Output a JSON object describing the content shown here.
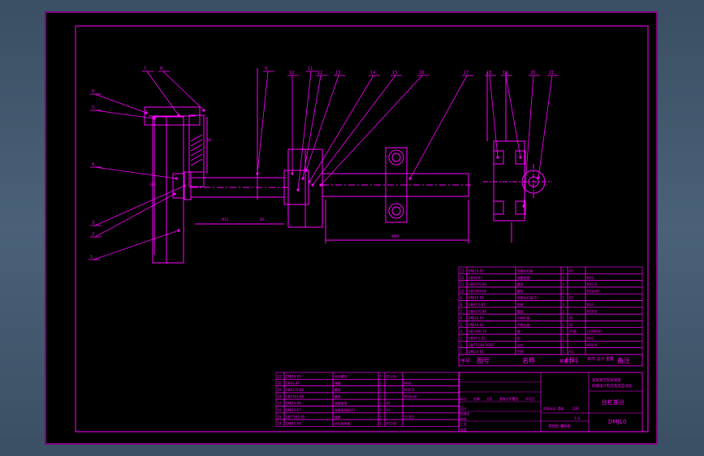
{
  "colors": {
    "background": "#3a4f63",
    "canvas": "#000000",
    "line": "#ff00ff",
    "dim_line": "#ff00ff",
    "text": "#ff00ff"
  },
  "balloons": [
    "7",
    "8",
    "9",
    "10",
    "11",
    "12",
    "13",
    "14",
    "15",
    "16",
    "17",
    "18",
    "19",
    "20",
    "21",
    "1",
    "2",
    "3",
    "4",
    "5",
    "6"
  ],
  "dimensions": {
    "overall_length": "480",
    "d1": "M12",
    "d2": "28",
    "d3": "100",
    "d4": "80"
  },
  "parts_list_upper": [
    {
      "no": "13",
      "code": "DMJ10-05",
      "name": "连接丝杠座",
      "qty": "1",
      "material": "A3",
      "note": ""
    },
    {
      "no": "12",
      "code": "GB93-87",
      "name": "弹簧垫圈",
      "qty": "2",
      "material": "",
      "note": "M12"
    },
    {
      "no": "11",
      "code": "GB6170-86",
      "name": "螺母",
      "qty": "2",
      "material": "",
      "note": "M12 B"
    },
    {
      "no": "10",
      "code": "GB5783-86",
      "name": "螺栓",
      "qty": "2",
      "material": "",
      "note": "M12x40"
    },
    {
      "no": "9",
      "code": "DMJ10-04",
      "name": "连接丝杠座(2)",
      "qty": "1",
      "material": "A3",
      "note": ""
    },
    {
      "no": "8",
      "code": "GB97.1-85",
      "name": "垫圈",
      "qty": "2",
      "material": "",
      "note": "Φ12"
    },
    {
      "no": "7",
      "code": "GB6170-86",
      "name": "螺母",
      "qty": "2",
      "material": "",
      "note": "M16 B"
    },
    {
      "no": "6",
      "code": "DMJ10-03",
      "name": "手柄杆座",
      "qty": "1",
      "material": "45",
      "note": ""
    },
    {
      "no": "5",
      "code": "DMJ10-02",
      "name": "手柄支座",
      "qty": "1",
      "material": "45",
      "note": ""
    },
    {
      "no": "4",
      "code": "GB1096-79",
      "name": "键",
      "qty": "1",
      "material": "35钢",
      "note": "10X8X30"
    },
    {
      "no": "3",
      "code": "GB97.1-85",
      "name": "垫",
      "qty": "1",
      "material": "",
      "note": "Φ16"
    },
    {
      "no": "2",
      "code": "GB/T5184-2000",
      "name": "丝杠",
      "qty": "1",
      "material": "",
      "note": "M20 B"
    },
    {
      "no": "1",
      "code": "DMJ10-01",
      "name": "手柄",
      "qty": "1",
      "material": "A3",
      "note": ""
    }
  ],
  "parts_header": {
    "no": "序号",
    "code": "图号",
    "name": "名称",
    "qty": "数量",
    "material": "材料",
    "note": "备注",
    "weight": "单件 总计 重量"
  },
  "parts_list_lower": [
    {
      "no": "21",
      "code": "DMJ10-09",
      "name": "丝杠螺母",
      "qty": "1",
      "material": "ZCuSn",
      "note": ""
    },
    {
      "no": "20",
      "code": "GB93-87",
      "name": "弹簧",
      "qty": "2",
      "material": "",
      "note": "M16"
    },
    {
      "no": "19",
      "code": "GB6170-86",
      "name": "螺母",
      "qty": "2",
      "material": "",
      "note": "M16 B"
    },
    {
      "no": "18",
      "code": "GB5783-86",
      "name": "螺栓",
      "qty": "2",
      "material": "",
      "note": "M16x40"
    },
    {
      "no": "17",
      "code": "DMJ10-08",
      "name": "连接板架",
      "qty": "1",
      "material": "45",
      "note": ""
    },
    {
      "no": "16",
      "code": "DMJ10-07",
      "name": "连接板装配(1)",
      "qty": "1",
      "material": "A3",
      "note": ""
    },
    {
      "no": "15",
      "code": "GB/T301-95",
      "name": "轴承",
      "qty": "1",
      "material": "",
      "note": "51303"
    },
    {
      "no": "14",
      "code": "DMJ10-06",
      "name": "丝杠轴承座",
      "qty": "1",
      "material": "HT200",
      "note": ""
    }
  ],
  "title_block": {
    "school_line1": "某某某学院某某系",
    "school_line2": "机械设计制造及其自动化",
    "drawing_title": "丝杠部分",
    "drawing_code": "DMJ10",
    "scale": "1:4",
    "sheet": "共8张 第8张",
    "row_labels": [
      "标记",
      "处数",
      "分区",
      "更改文件号",
      "签名",
      "年月日"
    ],
    "sign_labels": [
      "设计",
      "标准化",
      "审核",
      "工艺",
      "批准"
    ],
    "stage_labels": [
      "阶段标记",
      "重量",
      "比例"
    ]
  }
}
